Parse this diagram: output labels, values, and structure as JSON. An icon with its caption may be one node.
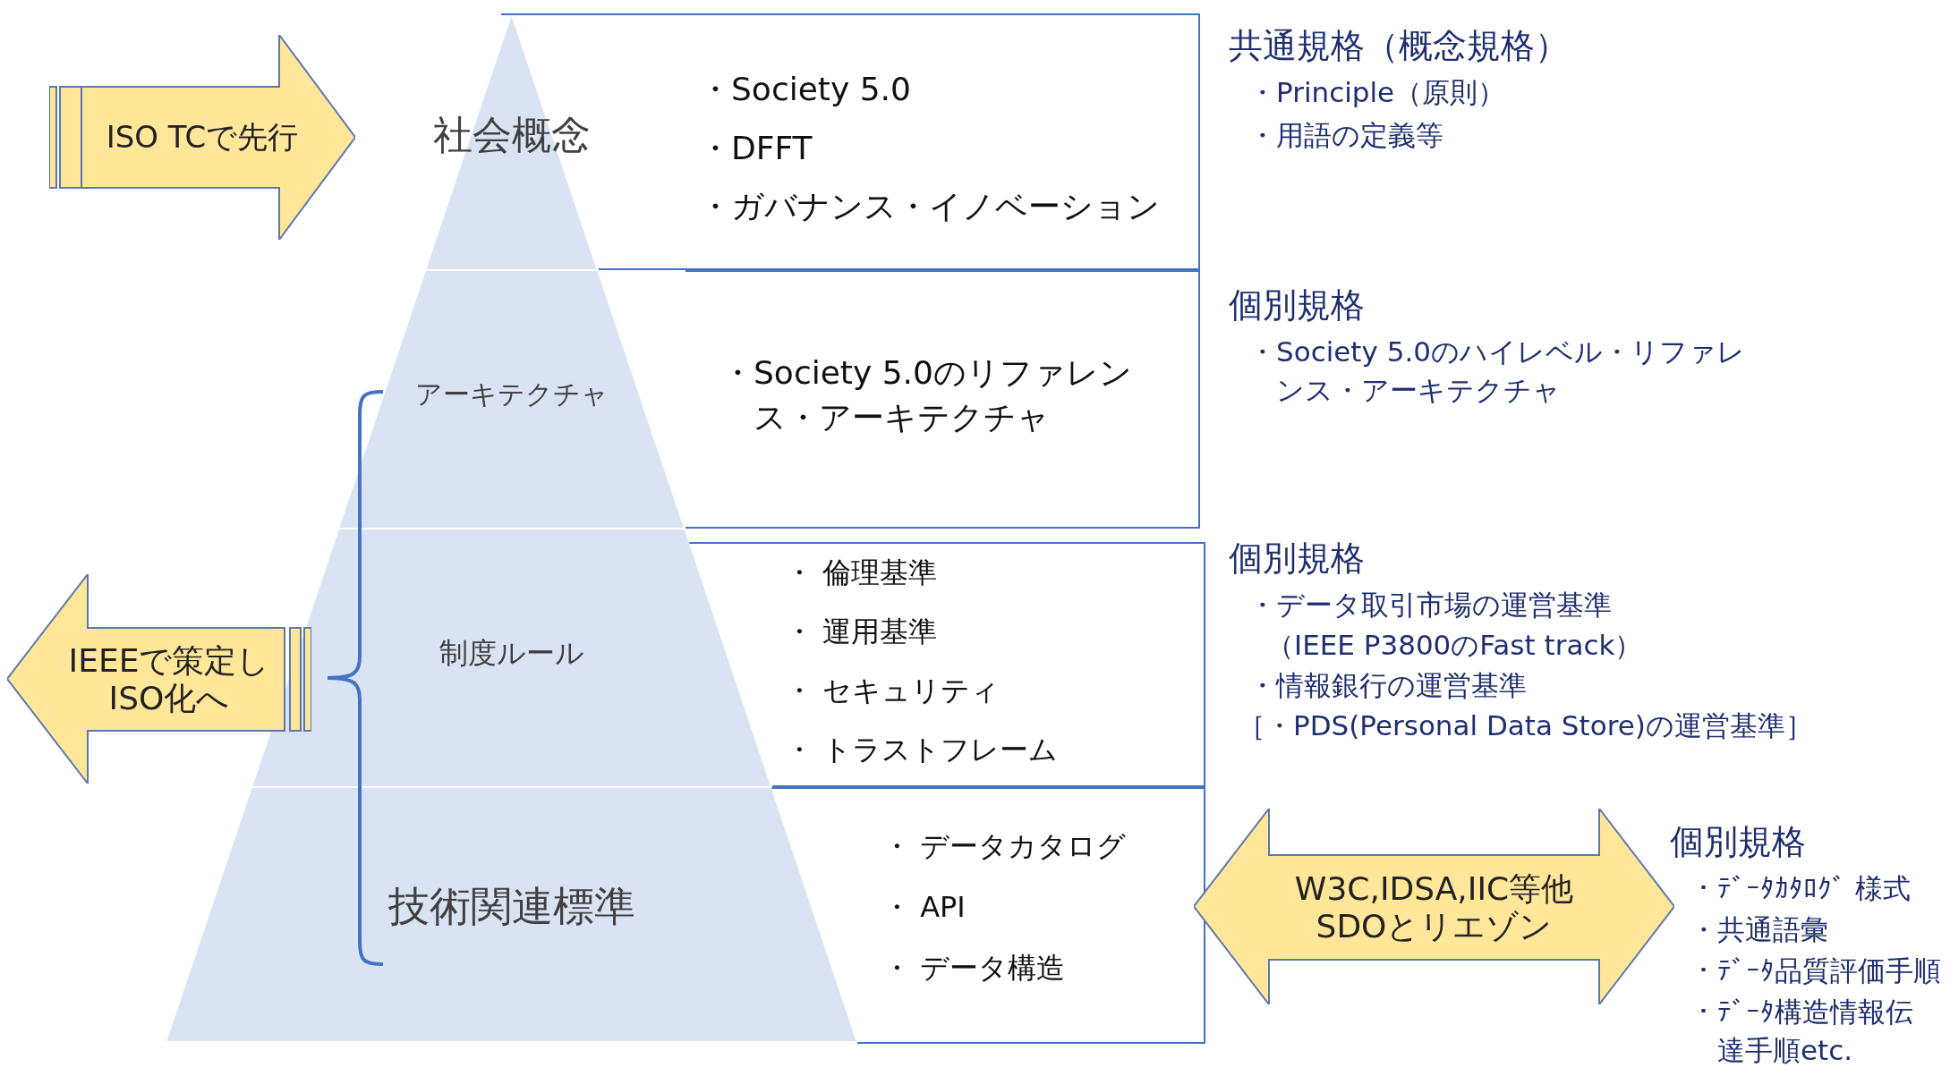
{
  "diagram": {
    "nodes": [
      {
        "text": [
          "社会概念"
        ]
      },
      {
        "text": [
          "・Society 5.0",
          "・DFFT",
          "・ガバナンス・イノベーション"
        ]
      },
      {
        "text": [
          "アーキテクチャ"
        ]
      },
      {
        "text": [
          "・Society 5.0のリファレンス・アーキテクチャ"
        ]
      },
      {
        "text": [
          "制度ルール"
        ]
      },
      {
        "text": [
          "・ 倫理基準",
          "・ 運用基準",
          "・ セキュリティ",
          "・ トラストフレーム"
        ]
      },
      {
        "text": [
          "技術関連標準"
        ]
      },
      {
        "text": [
          "・ データカタログ",
          "・ API",
          "・ データ構造"
        ]
      },
      {
        "text": [
          "ISO TCで先行"
        ]
      },
      {
        "text": [
          "IEEEで策定しISO化へ"
        ]
      },
      {
        "text": [
          "W3C,IDSA,IIC等他SDOとリエゾン"
        ]
      }
    ],
    "labels": [
      "共通規格（概念規格）",
      "・Principle（原則）",
      "・用語の定義等",
      "個別規格",
      "・Society 5.0のハイレベル・リファレンス・アーキテクチャ",
      "個別規格",
      "・データ取引市場の運営基準",
      "（IEEE P3800のFast track）",
      "・情報銀行の運営基準",
      "［・PDS(Personal Data Store)の運営基準］",
      "個別規格",
      "・ﾃﾞｰﾀｶﾀﾛｸﾞ 様式",
      "・共通語彙",
      "・ﾃﾞｰﾀ品質評価手順",
      "・ﾃﾞｰﾀ構造情報伝達手順etc."
    ]
  }
}
